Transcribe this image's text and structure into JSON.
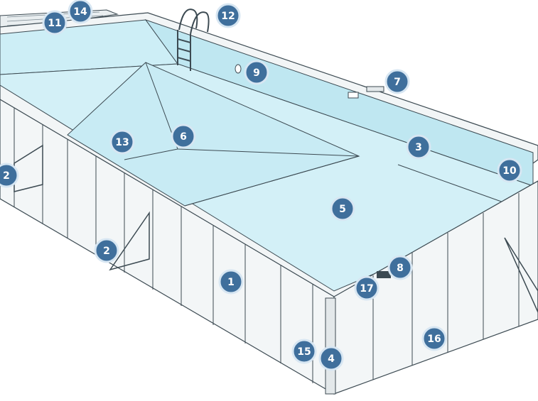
{
  "diagram": {
    "colors": {
      "water": "#cdeef6",
      "water_light": "#d9f3f9",
      "wall": "#f3f6f7",
      "outline": "#3c4a52",
      "badge_fill": "#3f6f9c",
      "badge_ring": "#d7e6f2"
    },
    "callouts": [
      {
        "id": "c1",
        "label": "1"
      },
      {
        "id": "c2a",
        "label": "2"
      },
      {
        "id": "c2b",
        "label": "2"
      },
      {
        "id": "c3",
        "label": "3"
      },
      {
        "id": "c4",
        "label": "4"
      },
      {
        "id": "c5",
        "label": "5"
      },
      {
        "id": "c6",
        "label": "6"
      },
      {
        "id": "c7",
        "label": "7"
      },
      {
        "id": "c8",
        "label": "8"
      },
      {
        "id": "c9",
        "label": "9"
      },
      {
        "id": "c10",
        "label": "10"
      },
      {
        "id": "c11",
        "label": "11"
      },
      {
        "id": "c12",
        "label": "12"
      },
      {
        "id": "c13",
        "label": "13"
      },
      {
        "id": "c14",
        "label": "14"
      },
      {
        "id": "c15",
        "label": "15"
      },
      {
        "id": "c16",
        "label": "16"
      },
      {
        "id": "c17",
        "label": "17"
      }
    ]
  }
}
